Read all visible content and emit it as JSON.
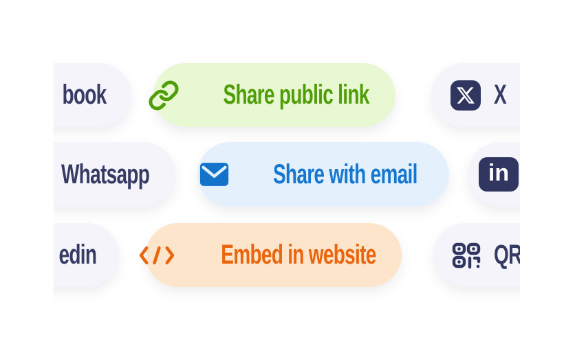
{
  "panel": {
    "description": "share options pill grid, clipped at left and right edges"
  },
  "colors": {
    "page_background": "#ffffff",
    "neutral_pill_bg": "#f4f4fa",
    "navy_text": "#363b63",
    "brand_badge_bg": "#303660",
    "green_pill_bg": "#e8f8d3",
    "green_text": "#4f9e08",
    "blue_pill_bg": "#e4f1fc",
    "blue_text": "#1677cf",
    "envelope_fill": "#1373cb",
    "orange_pill_bg": "#fce5cb",
    "orange_text": "#ea650d"
  },
  "pills": {
    "facebook": {
      "visible_label": "book"
    },
    "share_public_link": {
      "label": "Share public link",
      "icon": "link-icon"
    },
    "x": {
      "label": "X",
      "icon": "x-logo-icon"
    },
    "whatsapp": {
      "visible_label": "Whatsapp"
    },
    "share_with_email": {
      "label": "Share with email",
      "icon": "envelope-icon"
    },
    "linkedin_icon_pill": {
      "badge_text": "in",
      "icon": "linkedin-icon"
    },
    "linkedin_text_pill": {
      "visible_label": "edin"
    },
    "embed_in_website": {
      "label": "Embed in website",
      "icon": "code-icon"
    },
    "qr_code": {
      "visible_label": "QR",
      "icon": "qr-code-icon"
    }
  }
}
